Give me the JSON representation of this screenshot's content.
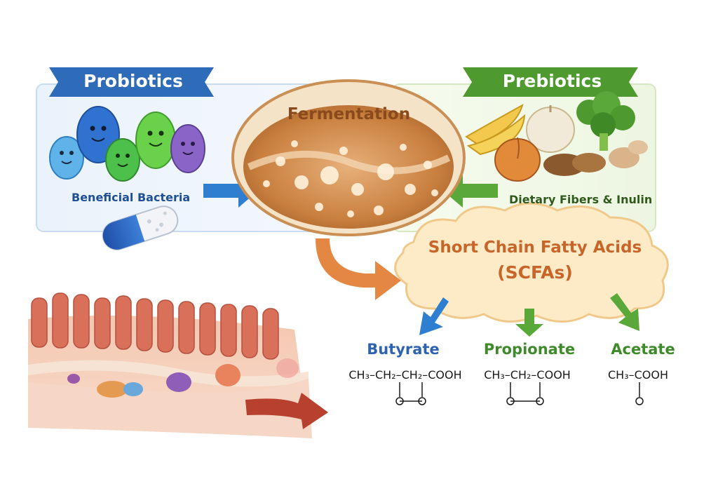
{
  "probiotics": {
    "banner": "Probiotics",
    "subtitle": "Beneficial Bacteria"
  },
  "prebiotics": {
    "banner": "Prebiotics",
    "subtitle": "Dietary Fibers & Inulin"
  },
  "fermentation": {
    "title": "Fermentation"
  },
  "scfa": {
    "title_line1": "Short Chain Fatty Acids",
    "title_line2": "(SCFAs)"
  },
  "acids": [
    {
      "name": "Butyrate",
      "formula": "CH₃–CH₂–CH₂–COOH",
      "color": "#2d63b0"
    },
    {
      "name": "Propionate",
      "formula": "CH₃–CH₂–COOH",
      "color": "#3f8a2a"
    },
    {
      "name": "Acetate",
      "formula": "CH₃–COOH",
      "color": "#3f8a2a"
    }
  ],
  "colors": {
    "probiotics_banner": "#2e6bb8",
    "prebiotics_banner": "#4f9a2f",
    "fermentation_title": "#8a4a1c",
    "scfa_title": "#c8662a"
  }
}
